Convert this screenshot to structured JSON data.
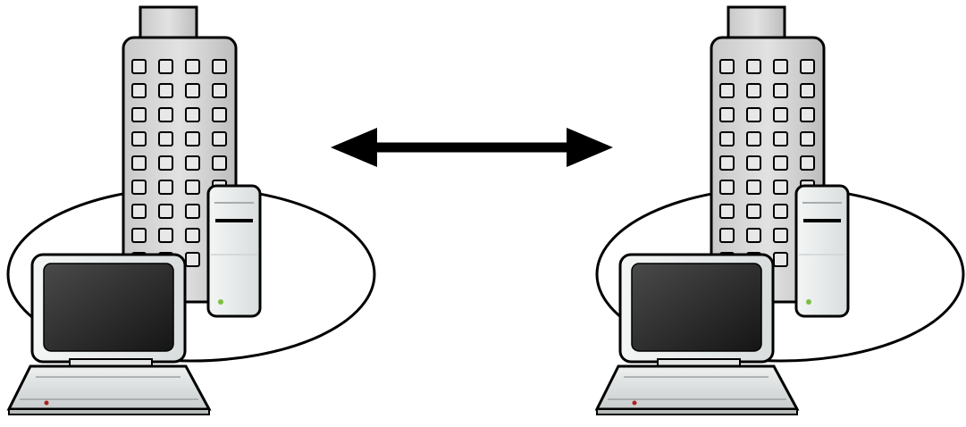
{
  "diagram": {
    "type": "network-diagram",
    "sites": [
      {
        "id": "site-left",
        "components": [
          "office-building-icon",
          "server-tower-icon",
          "laptop-icon",
          "site-boundary-ellipse"
        ]
      },
      {
        "id": "site-right",
        "components": [
          "office-building-icon",
          "server-tower-icon",
          "laptop-icon",
          "site-boundary-ellipse"
        ]
      }
    ],
    "connection": {
      "from": "site-left",
      "to": "site-right",
      "style": "double-headed-arrow",
      "color": "#000000"
    },
    "colors": {
      "outline": "#000000",
      "building_fill": "#d8d8d8",
      "window_fill": "#e8e8e8",
      "server_fill": "#eceeee",
      "screen_fill": "#2a2a2a",
      "power_led": "#7ac143",
      "laptop_led": "#b02020",
      "background": "#ffffff"
    }
  }
}
